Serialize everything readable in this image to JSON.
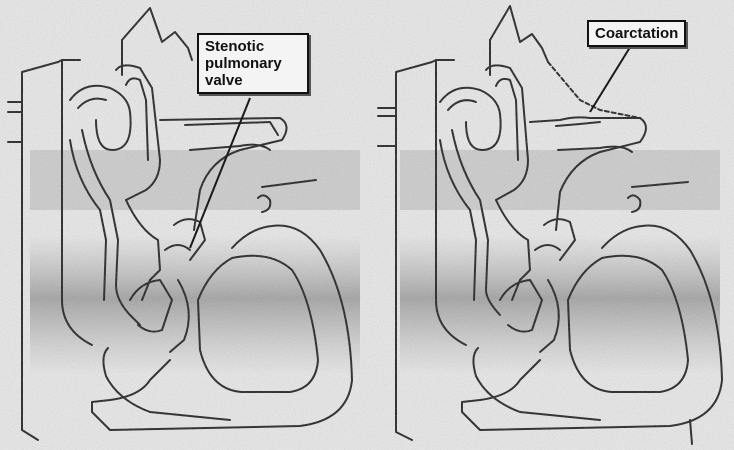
{
  "labels": {
    "stenotic": [
      "Stenotic",
      "pulmonary",
      "valve"
    ],
    "coarctation": "Coarctation"
  },
  "colors": {
    "background": "#e9e9e9",
    "line": "#1a1a1a",
    "shade": "#777777"
  }
}
